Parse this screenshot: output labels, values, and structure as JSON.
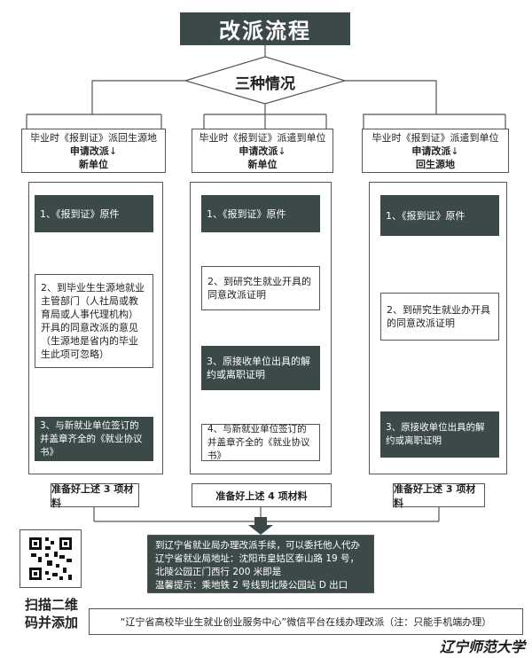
{
  "title": "改派流程",
  "diamond_label": "三种情况",
  "columns": [
    {
      "head_case": "毕业时《报到证》派回生源地",
      "head_apply": "申请改派",
      "head_arrow": "↓",
      "head_target": "新单位",
      "steps": [
        "1、《报到证》原件",
        "2、到毕业生生源地就业主管部门（人社局或教育局或人事代理机构）开具的同意改派的意见（生源地是省内的毕业生此项可忽略）",
        "3、与新就业单位签订的并盖章齐全的《就业协议书》"
      ],
      "prep": "准备好上述 3 项材料"
    },
    {
      "head_case": "毕业时《报到证》派遣到单位",
      "head_apply": "申请改派",
      "head_arrow": "↓",
      "head_target": "新单位",
      "steps": [
        "1、《报到证》原件",
        "2、到研究生就业开具的同意改派证明",
        "3、原接收单位出具的解约或离职证明",
        "4、与新就业单位签订的并盖章齐全的《就业协议书》"
      ],
      "prep": "准备好上述 4 项材料"
    },
    {
      "head_case": "毕业时《报到证》派遣到单位",
      "head_apply": "申请改派",
      "head_arrow": "↓",
      "head_target": "回生源地",
      "steps": [
        "1、《报到证》原件",
        "2、到研究生就业办开具的同意改派证明",
        "3、原接收单位出具的解约或离职证明"
      ],
      "prep": "准备好上述 3 项材料"
    }
  ],
  "final_note": [
    "到辽宁省就业局办理改派手续，可以委托他人代办",
    "辽宁省就业局地址：沈阳市皇姑区泰山路 19 号，",
    "北陵公园正门西行 200 米即是",
    "温馨提示：乘地铁 2 号线到北陵公园站 D 出口"
  ],
  "qr": {
    "label_line1": "扫描二维",
    "label_line2": "码并添加"
  },
  "bottom_text": "“辽宁省高校毕业生就业创业服务中心”微信平台在线办理改派（注：只能手机端办理）",
  "watermark": "辽宁师范大学",
  "colors": {
    "dark_fill": "#3b4a48",
    "line": "#555555",
    "arrow": "#3b4a48"
  }
}
